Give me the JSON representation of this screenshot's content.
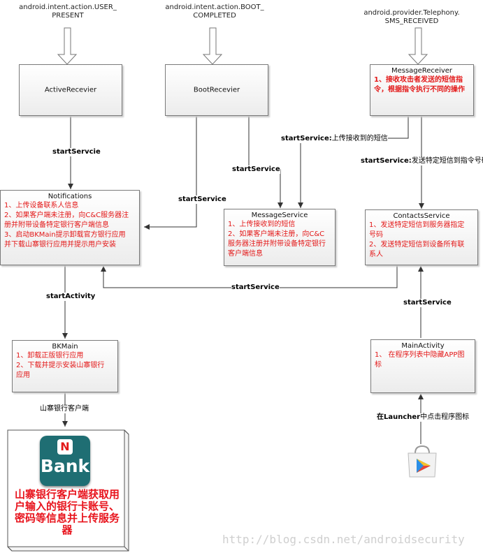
{
  "intents": {
    "user_present": [
      "android.intent.action.USER_",
      "PRESENT"
    ],
    "boot_completed": [
      "android.intent.action.BOOT_",
      "COMPLETED"
    ],
    "sms_received": [
      "android.provider.Telephony.",
      "SMS_RECEIVED"
    ]
  },
  "boxes": {
    "active_receiver": {
      "title": "ActiveRecevier"
    },
    "boot_receiver": {
      "title": "BootRecevier"
    },
    "message_receiver": {
      "title": "MessageReceiver",
      "lines": [
        "1、接收攻击者发送的短信指",
        "令，根据指令执行不同的操作"
      ]
    },
    "notifications": {
      "title": "Notifications",
      "lines": [
        "1、上传设备联系人信息",
        "2、如果客户端未注册，向C&C服务器注",
        "册并附带设备特定银行客户端信息",
        "3、启动BKMain提示卸载官方银行应用",
        "并下载山寨银行应用并提示用户安装"
      ]
    },
    "message_service": {
      "title": "MessageService",
      "lines": [
        "1、上传接收到的短信",
        "2、如果客户端未注册，向C&C",
        "服务器注册并附带设备特定银行",
        "客户端信息"
      ]
    },
    "contacts_service": {
      "title": "ContactsService",
      "lines": [
        "1、发送特定短信到服务器指定",
        "号码",
        "2、发送特定短信到设备所有联",
        "系人"
      ]
    },
    "bkmain": {
      "title": "BKMain",
      "lines": [
        "1、卸载正版银行应用",
        "2、下载并提示安装山寨银行",
        "应用"
      ]
    },
    "main_activity": {
      "title": "MainActivity",
      "lines": [
        "1、 在程序列表中隐藏APP图",
        "标"
      ]
    }
  },
  "edges": {
    "active_to_notif": {
      "bold": "startServcie",
      "rest": ""
    },
    "boot_to_notif": {
      "bold": "startService",
      "rest": ""
    },
    "boot_to_msgsvc": {
      "bold": "startService",
      "rest": ""
    },
    "msgrecv_upload": {
      "bold": "startService:",
      "rest": "上传接收到的短信"
    },
    "msgrecv_send": {
      "bold": "startService:",
      "rest": "发送特定短信到指令号码"
    },
    "contacts_to_notif": {
      "bold": "startService",
      "rest": ""
    },
    "notif_to_bkmain": {
      "bold": "startActivity",
      "rest": ""
    },
    "main_to_contacts": {
      "bold": "startService",
      "rest": ""
    },
    "bkmain_to_fake": {
      "bold": "",
      "rest": "山寨银行客户端"
    },
    "launcher": {
      "bold": "在Launcher",
      "rest": "中点击程序图标"
    }
  },
  "fake_bank": {
    "logo_badge": "N",
    "logo_text": "Bank",
    "caption": [
      "山寨银行客户端获取用",
      "户输入的银行卡账号、",
      "密码等信息并上传服务",
      "器"
    ]
  },
  "watermark": "http://blog.csdn.net/androidsecurity",
  "colors": {
    "accent_red": "#e31818",
    "logo_teal": "#1f6e73",
    "box_border": "#7a7a7a"
  }
}
